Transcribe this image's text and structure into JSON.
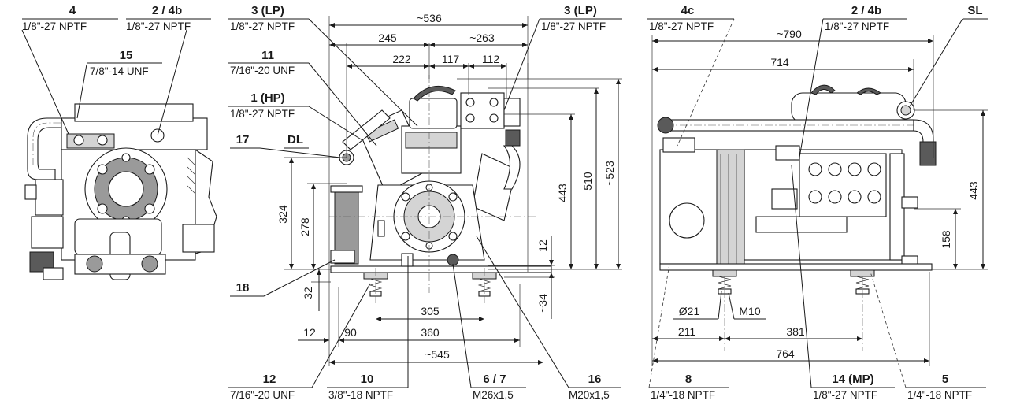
{
  "view_left": {
    "callouts": [
      {
        "num": "4",
        "thread": "1/8\"-27 NPTF"
      },
      {
        "num": "2 / 4b",
        "thread": "1/8\"-27 NPTF"
      },
      {
        "num": "15",
        "thread": "7/8\"-14 UNF"
      }
    ]
  },
  "view_front": {
    "callouts": [
      {
        "num": "3 (LP)",
        "thread": "1/8\"-27 NPTF"
      },
      {
        "num": "11",
        "thread": "7/16\"-20 UNF"
      },
      {
        "num": "1 (HP)",
        "thread": "1/8\"-27 NPTF"
      },
      {
        "num": "17",
        "thread": ""
      },
      {
        "num": "DL",
        "thread": ""
      },
      {
        "num": "18",
        "thread": ""
      },
      {
        "num": "3 (LP)",
        "thread": "1/8\"-27 NPTF"
      },
      {
        "num": "12",
        "thread": "7/16\"-20 UNF"
      },
      {
        "num": "10",
        "thread": "3/8\"-18 NPTF"
      },
      {
        "num": "6 / 7",
        "thread": "M26x1,5"
      },
      {
        "num": "16",
        "thread": "M20x1,5"
      }
    ],
    "dimensions": {
      "total_width": "~536",
      "d245": "245",
      "d263": "~263",
      "d222": "222",
      "d117": "117",
      "d112": "112",
      "d324": "324",
      "d278": "278",
      "d443": "443",
      "d510": "510",
      "d523": "~523",
      "d12v": "12",
      "d32": "32",
      "d34": "~34",
      "d305": "305",
      "d360": "360",
      "d12h": "12",
      "d90": "90",
      "d545": "~545"
    }
  },
  "view_side": {
    "callouts": [
      {
        "num": "4c",
        "thread": "1/8\"-27 NPTF"
      },
      {
        "num": "2 / 4b",
        "thread": "1/8\"-27 NPTF"
      },
      {
        "num": "SL",
        "thread": ""
      },
      {
        "num": "8",
        "thread": "1/4\"-18 NPTF"
      },
      {
        "num": "14 (MP)",
        "thread": "1/8\"-27 NPTF"
      },
      {
        "num": "5",
        "thread": "1/4\"-18 NPTF"
      }
    ],
    "dimensions": {
      "d790": "~790",
      "d714": "714",
      "d443": "443",
      "d158": "158",
      "d21": "Ø21",
      "m10": "M10",
      "d211": "211",
      "d381": "381",
      "d764": "764"
    }
  }
}
